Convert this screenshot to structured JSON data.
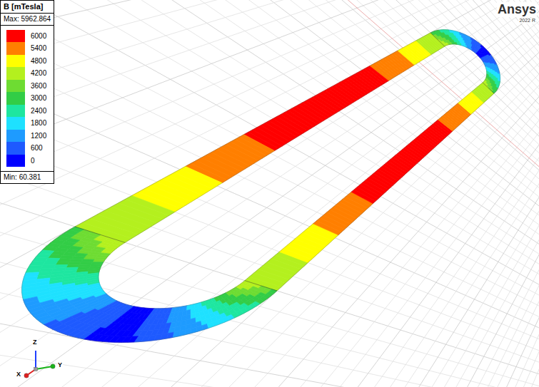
{
  "diagram": {
    "title": "B [mTesla]",
    "labels": [
      "Max: 5962.864",
      "Min: 60.381",
      "Ansys",
      "2022 R",
      "Z",
      "Y",
      "X"
    ],
    "legend": [
      {
        "text": "6000",
        "color": "#ff0000"
      },
      {
        "text": "5400",
        "color": "#ff7f00"
      },
      {
        "text": "4800",
        "color": "#ffff00"
      },
      {
        "text": "4200",
        "color": "#b4f01e"
      },
      {
        "text": "3600",
        "color": "#6edc32"
      },
      {
        "text": "3000",
        "color": "#32cd46"
      },
      {
        "text": "2400",
        "color": "#1ee6a0"
      },
      {
        "text": "1800",
        "color": "#1ee1ff"
      },
      {
        "text": "1200",
        "color": "#1e9bff"
      },
      {
        "text": "600",
        "color": "#1e5aff"
      },
      {
        "text": "0",
        "color": "#0000ff"
      }
    ]
  }
}
